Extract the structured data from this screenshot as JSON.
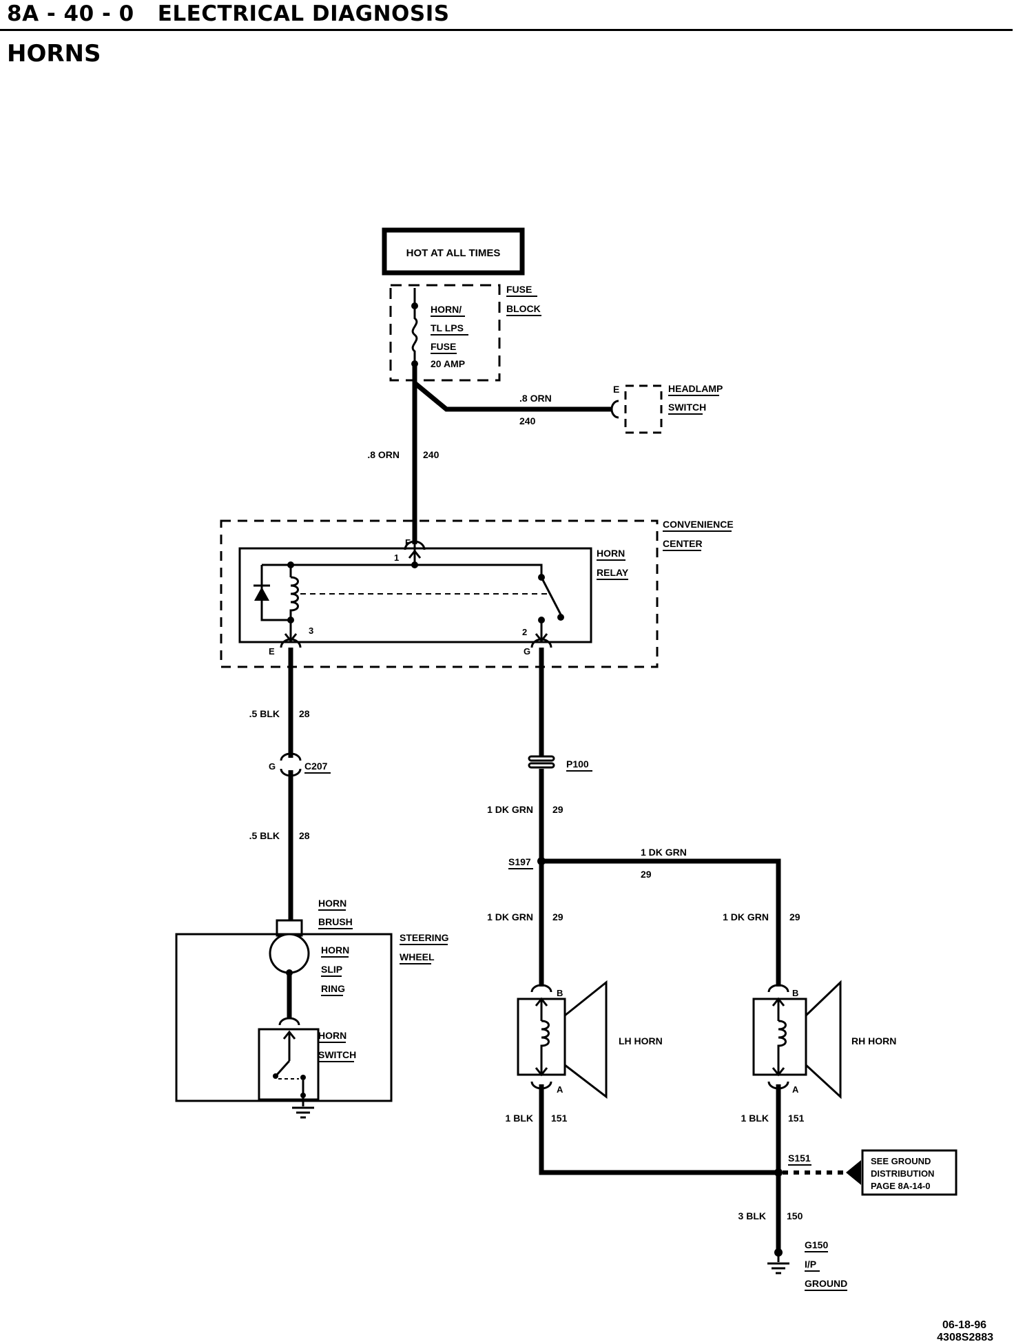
{
  "header": {
    "section": "8A - 40 - 0",
    "title": "ELECTRICAL DIAGNOSIS",
    "subtitle": "HORNS"
  },
  "power": {
    "label": "HOT AT ALL TIMES"
  },
  "fuse_block": {
    "name_1": "FUSE",
    "name_2": "BLOCK",
    "fuse_1": "HORN/",
    "fuse_2": "TL LPS",
    "fuse_3": "FUSE",
    "fuse_4": "20 AMP"
  },
  "headlamp": {
    "name_1": "HEADLAMP",
    "name_2": "SWITCH",
    "pin": "E"
  },
  "wires": {
    "w240_to_headlamp": {
      "color": ".8 ORN",
      "circuit": "240"
    },
    "w240_main": {
      "color": ".8 ORN",
      "circuit": "240"
    },
    "w28_upper": {
      "color": ".5 BLK",
      "circuit": "28"
    },
    "w28_lower": {
      "color": ".5 BLK",
      "circuit": "28"
    },
    "w29_p100": {
      "color": "1 DK GRN",
      "circuit": "29"
    },
    "w29_branch": {
      "color": "1 DK GRN",
      "circuit": "29"
    },
    "w29_lh": {
      "color": "1 DK GRN",
      "circuit": "29"
    },
    "w29_rh": {
      "color": "1 DK GRN",
      "circuit": "29"
    },
    "w151_lh": {
      "color": "1 BLK",
      "circuit": "151"
    },
    "w151_rh": {
      "color": "1 BLK",
      "circuit": "151"
    },
    "w150": {
      "color": "3 BLK",
      "circuit": "150"
    }
  },
  "convenience_center": {
    "name_1": "CONVENIENCE",
    "name_2": "CENTER",
    "relay_1": "HORN",
    "relay_2": "RELAY",
    "pin_f": "F",
    "pin_1": "1",
    "pin_3": "3",
    "pin_2": "2",
    "pin_e": "E",
    "pin_g": "G"
  },
  "connectors": {
    "c207": "C207",
    "c207_pin": "G",
    "p100": "P100"
  },
  "splices": {
    "s197": "S197",
    "s151": "S151"
  },
  "steering": {
    "name_1": "STEERING",
    "name_2": "WHEEL",
    "brush_1": "HORN",
    "brush_2": "BRUSH",
    "ring_1": "HORN",
    "ring_2": "SLIP",
    "ring_3": "RING",
    "switch_1": "HORN",
    "switch_2": "SWITCH"
  },
  "horns": {
    "lh": "LH HORN",
    "rh": "RH HORN",
    "pin_b": "B",
    "pin_a": "A"
  },
  "ground_ref": {
    "line_1": "SEE GROUND",
    "line_2": "DISTRIBUTION",
    "line_3": "PAGE 8A-14-0"
  },
  "ground": {
    "name_1": "G150",
    "name_2": "I/P",
    "name_3": "GROUND"
  },
  "footer": {
    "date": "06-18-96",
    "code": "4308S2883"
  }
}
